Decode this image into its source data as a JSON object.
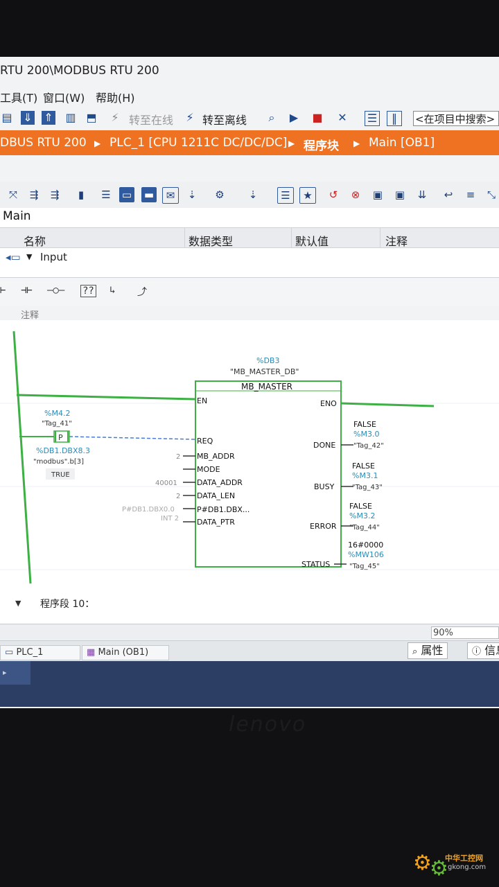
{
  "window": {
    "title": "RTU 200\\MODBUS RTU 200"
  },
  "menu": {
    "tools": "工具(T)",
    "window": "窗口(W)",
    "help": "帮助(H)"
  },
  "toolbar": {
    "go_online": "转至在线",
    "go_offline": "转至离线",
    "search_placeholder": "<在项目中搜索>"
  },
  "breadcrumb": {
    "project": "DBUS RTU 200",
    "plc": "PLC_1 [CPU 1211C DC/DC/DC]",
    "blocks": "程序块",
    "block": "Main [OB1]",
    "sep": "▶"
  },
  "interface": {
    "title": "Main",
    "columns": {
      "name": "名称",
      "type": "数据类型",
      "default": "默认值",
      "comment": "注释"
    },
    "row_input": "Input"
  },
  "ladder_toolbar": {
    "comment": "注释"
  },
  "block": {
    "instance_db": "%DB3",
    "instance_db_name": "\"MB_MASTER_DB\"",
    "type": "MB_MASTER",
    "pins_in": [
      "EN",
      "REQ",
      "MB_ADDR",
      "MODE",
      "DATA_ADDR",
      "DATA_LEN",
      "DATA_PTR"
    ],
    "pins_out": [
      "ENO",
      "DONE",
      "BUSY",
      "ERROR",
      "STATUS"
    ],
    "req_tag_addr": "%M4.2",
    "req_tag_name": "\"Tag_41\"",
    "contact_type": "P",
    "edge_bit_addr": "%DB1.DBX8.3",
    "edge_bit_name": "\"modbus\".b[3]",
    "edge_bit_value": "TRUE",
    "mb_addr_val": "2",
    "mode_val": "",
    "data_addr_val": "40001",
    "data_len_val": "2",
    "data_ptr_val": "P#DB1.DBX...",
    "data_ptr_hint1": "P#DB1.DBX0.0",
    "data_ptr_hint2": "INT 2",
    "done_value": "FALSE",
    "done_addr": "%M3.0",
    "done_tag": "\"Tag_42\"",
    "busy_value": "FALSE",
    "busy_addr": "%M3.1",
    "busy_tag": "\"Tag_43\"",
    "error_value": "FALSE",
    "error_addr": "%M3.2",
    "error_tag": "\"Tag_44\"",
    "status_value": "16#0000",
    "status_addr": "%MW106",
    "status_tag": "\"Tag_45\""
  },
  "network_next": "程序段 10：",
  "statusbar": {
    "zoom": "90%"
  },
  "taskbar": {
    "tab_plc": "PLC_1",
    "tab_main": "Main (OB1)",
    "properties": "属性",
    "info": "信息"
  },
  "colors": {
    "accent_orange": "#ee7222",
    "power_green": "#3cb043",
    "value_blue": "#2a8bb8"
  },
  "brand": {
    "monitor": "lenovo",
    "watermark": "中华工控网",
    "watermark_url": "gkong.com"
  }
}
